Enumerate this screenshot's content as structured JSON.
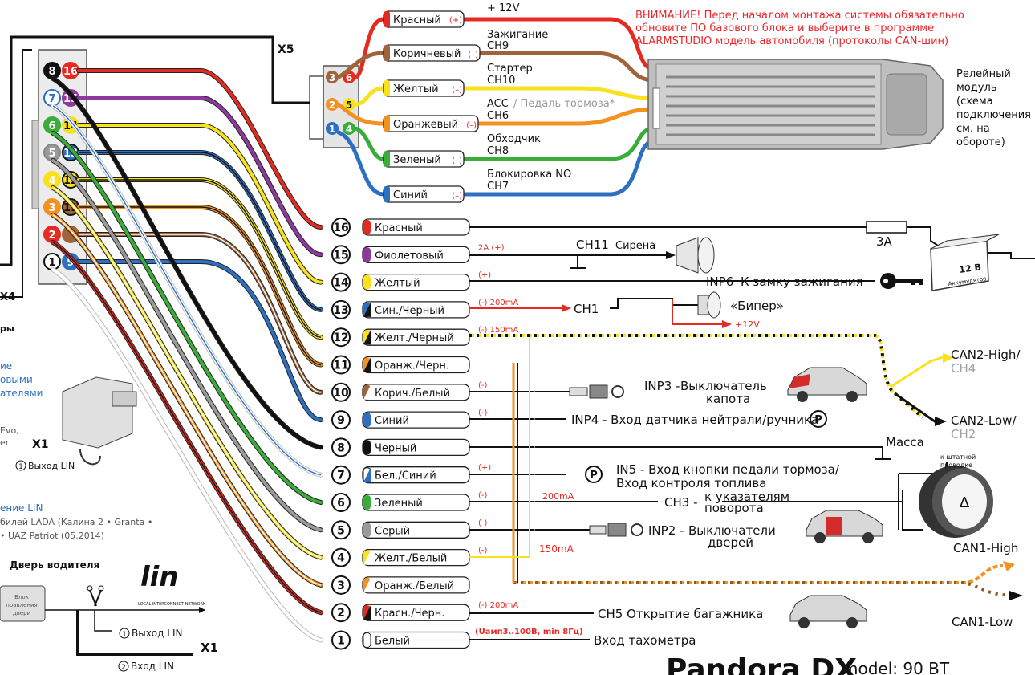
{
  "warning": {
    "lines": [
      "ВНИМАНИЕ! Перед началом монтажа системы обязательно",
      "обновите ПО базового блока и выберите в программе",
      "ALARMSTUDIO модель автомобиля (протоколы CAN-шин)"
    ],
    "color": "#e8262b"
  },
  "x5": {
    "label": "X5",
    "wires": [
      {
        "name": "Красный",
        "sign": "(+)",
        "func": "+ 12V",
        "func2": "",
        "color": "#e52a22"
      },
      {
        "name": "Коричневый",
        "sign": "(–)",
        "func": "Зажигание",
        "func2": "CH9",
        "color": "#a0643c"
      },
      {
        "name": "Желтый",
        "sign": "(–)",
        "func": "Стартер",
        "func2": "CH10",
        "color": "#f8e21e"
      },
      {
        "name": "Оранжевый",
        "sign": "(–)",
        "func": "ACC",
        "func_extra": "/ Педаль тормоза*",
        "func2": "CH6",
        "color": "#f39121"
      },
      {
        "name": "Зеленый",
        "sign": "(–)",
        "func": "Обходчик",
        "func2": "CH8",
        "color": "#3aac3a"
      },
      {
        "name": "Синий",
        "sign": "(–)",
        "func": "Блокировка NO",
        "func2": "CH7",
        "color": "#2d6fc1"
      }
    ],
    "pins": [
      "3",
      "6",
      "2",
      "5",
      "1",
      "4"
    ]
  },
  "relay": {
    "lines": [
      "Релейный",
      "модуль",
      "(схема",
      "подключения",
      "см. на",
      "обороте)"
    ]
  },
  "x4": {
    "label": "X4",
    "pins": [
      {
        "left": "8",
        "right": "16"
      },
      {
        "left": "7",
        "right": "15"
      },
      {
        "left": "6",
        "right": "14"
      },
      {
        "left": "5",
        "right": "13"
      },
      {
        "left": "4",
        "right": "12"
      },
      {
        "left": "3",
        "right": "11"
      },
      {
        "left": "2",
        "right": "10"
      },
      {
        "left": "1",
        "right": "9"
      }
    ]
  },
  "wires": [
    {
      "num": "16",
      "name": "Красный",
      "color": "#e52a22",
      "stripe": "",
      "spec": ""
    },
    {
      "num": "15",
      "name": "Фиолетовый",
      "color": "#8e3a9d",
      "stripe": "",
      "spec": "2A (+)"
    },
    {
      "num": "14",
      "name": "Желтый",
      "color": "#f8e21e",
      "stripe": "",
      "spec": "(+)"
    },
    {
      "num": "13",
      "name": "Син./Черный",
      "color": "#2d6fc1",
      "stripe": "#111111",
      "spec": "(-) 200mA"
    },
    {
      "num": "12",
      "name": "Желт./Черный",
      "color": "#f8e21e",
      "stripe": "#111111",
      "spec": "(-) 150mA"
    },
    {
      "num": "11",
      "name": "Оранж./Черн.",
      "color": "#f39121",
      "stripe": "#111111",
      "spec": ""
    },
    {
      "num": "10",
      "name": "Корич./Белый",
      "color": "#a0643c",
      "stripe": "#ffffff",
      "spec": "(-)"
    },
    {
      "num": "9",
      "name": "Синий",
      "color": "#2d6fc1",
      "stripe": "",
      "spec": "(-)"
    },
    {
      "num": "8",
      "name": "Черный",
      "color": "#111111",
      "stripe": "",
      "spec": ""
    },
    {
      "num": "7",
      "name": "Бел./Синий",
      "color": "#ffffff",
      "stripe": "#2d6fc1",
      "spec": "(+)"
    },
    {
      "num": "6",
      "name": "Зеленый",
      "color": "#3aac3a",
      "stripe": "",
      "spec": "(-)"
    },
    {
      "num": "5",
      "name": "Серый",
      "color": "#9a9a9a",
      "stripe": "",
      "spec": "(-)"
    },
    {
      "num": "4",
      "name": "Желт./Белый",
      "color": "#f8e21e",
      "stripe": "#ffffff",
      "spec": "(-)"
    },
    {
      "num": "3",
      "name": "Оранж./Белый",
      "color": "#f39121",
      "stripe": "#ffffff",
      "spec": ""
    },
    {
      "num": "2",
      "name": "Красн./Черн.",
      "color": "#e52a22",
      "stripe": "#111111",
      "spec": "(-) 200mA"
    },
    {
      "num": "1",
      "name": "Белый",
      "color": "#ffffff",
      "stripe": "",
      "spec": ""
    }
  ],
  "functions": {
    "fuse": "3A",
    "battery": "12 B",
    "battery_sub": "Аккумулятор",
    "siren_code": "CH11",
    "siren": "Сирена",
    "ignition_code": "INP6",
    "ignition": "К замку зажигания",
    "ch1": "CH1",
    "beeper": "«Бипер»",
    "plus12": "+12V",
    "can2_high": "CAN2-High/",
    "can2_high_sub": "CH4",
    "can2_low": "CAN2-Low/",
    "can2_low_sub": "CH2",
    "inp3_code": "INP3 -",
    "inp3_l1": "Выключатель",
    "inp3_l2": "капота",
    "inp4": "INP4 - Вход датчика нейтрали/ручника",
    "ground": "Масса",
    "in5_l1": "IN5 - Вход кнопки педали тормоза/",
    "in5_l2": "Вход контроля топлива",
    "stock_l1": "к штатной",
    "stock_l2": "проводке",
    "ch3_code": "CH3 -",
    "ch3_l1": "к указателям",
    "ch3_l2": "поворота",
    "inp2_code": "INP2 -",
    "inp2_l1": "Выключатели",
    "inp2_l2": "дверей",
    "ma200": "200mA",
    "ma150": "150mA",
    "can1_high": "CAN1-High",
    "can1_low": "CAN1-Low",
    "ch5": "CH5  Открытие багажника",
    "tach_spec": "(Uамп3..100В, min 8Гц)",
    "tach": "Вход тахометра"
  },
  "left_panel": {
    "fragment1": "ры",
    "blue1": [
      "ие",
      "овыми",
      "ателями"
    ],
    "evo": [
      "Evo,",
      "er"
    ],
    "x1": "X1",
    "lin_out": "Выход LIN",
    "blue2": "ение LIN",
    "lada": "билей LADA (Калина 2 • Granta •",
    "uaz": "• UAZ Patriot (05.2014)",
    "door": "Дверь водителя",
    "block": [
      "Блок",
      "правления",
      "двери"
    ],
    "lin_logo": "lin",
    "lin_sub": "LOCAL INTERCONNECT NETWORK",
    "out_lin": "Выход LIN",
    "in_lin": "Вход LIN",
    "x1b": "X1"
  },
  "brand": {
    "name": "Pandora DX",
    "model": "model: 90 BT"
  }
}
